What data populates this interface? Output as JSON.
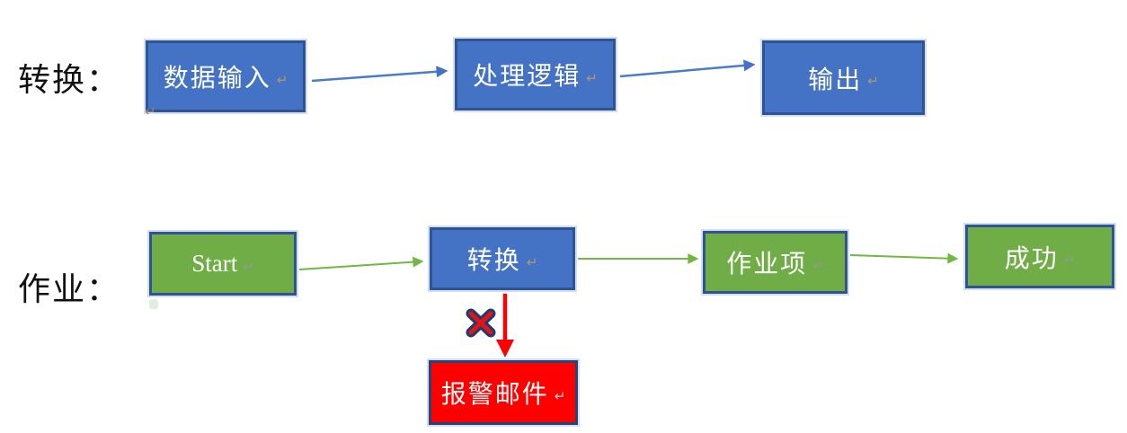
{
  "labels": {
    "transform_row": "转换：",
    "job_row": "作业："
  },
  "nodes": {
    "data_input": "数据输入",
    "processing_logic": "处理逻辑",
    "output": "输出",
    "start": "Start",
    "transform": "转换",
    "job_item": "作业项",
    "success": "成功",
    "alert_mail": "报警邮件"
  },
  "glyphs": {
    "return_mark": "↵"
  },
  "colors": {
    "blue_fill": "#4472C4",
    "green_fill": "#70AD47",
    "red_fill": "#FF0000",
    "box_border": "#2F5496",
    "red_box_border": "#28437C",
    "blue_arrow": "#4A7CCB",
    "green_arrow": "#72B840",
    "red_arrow": "#FF0000",
    "x_mark_outline": "#1F3B70",
    "x_mark_fill": "#E01515"
  }
}
